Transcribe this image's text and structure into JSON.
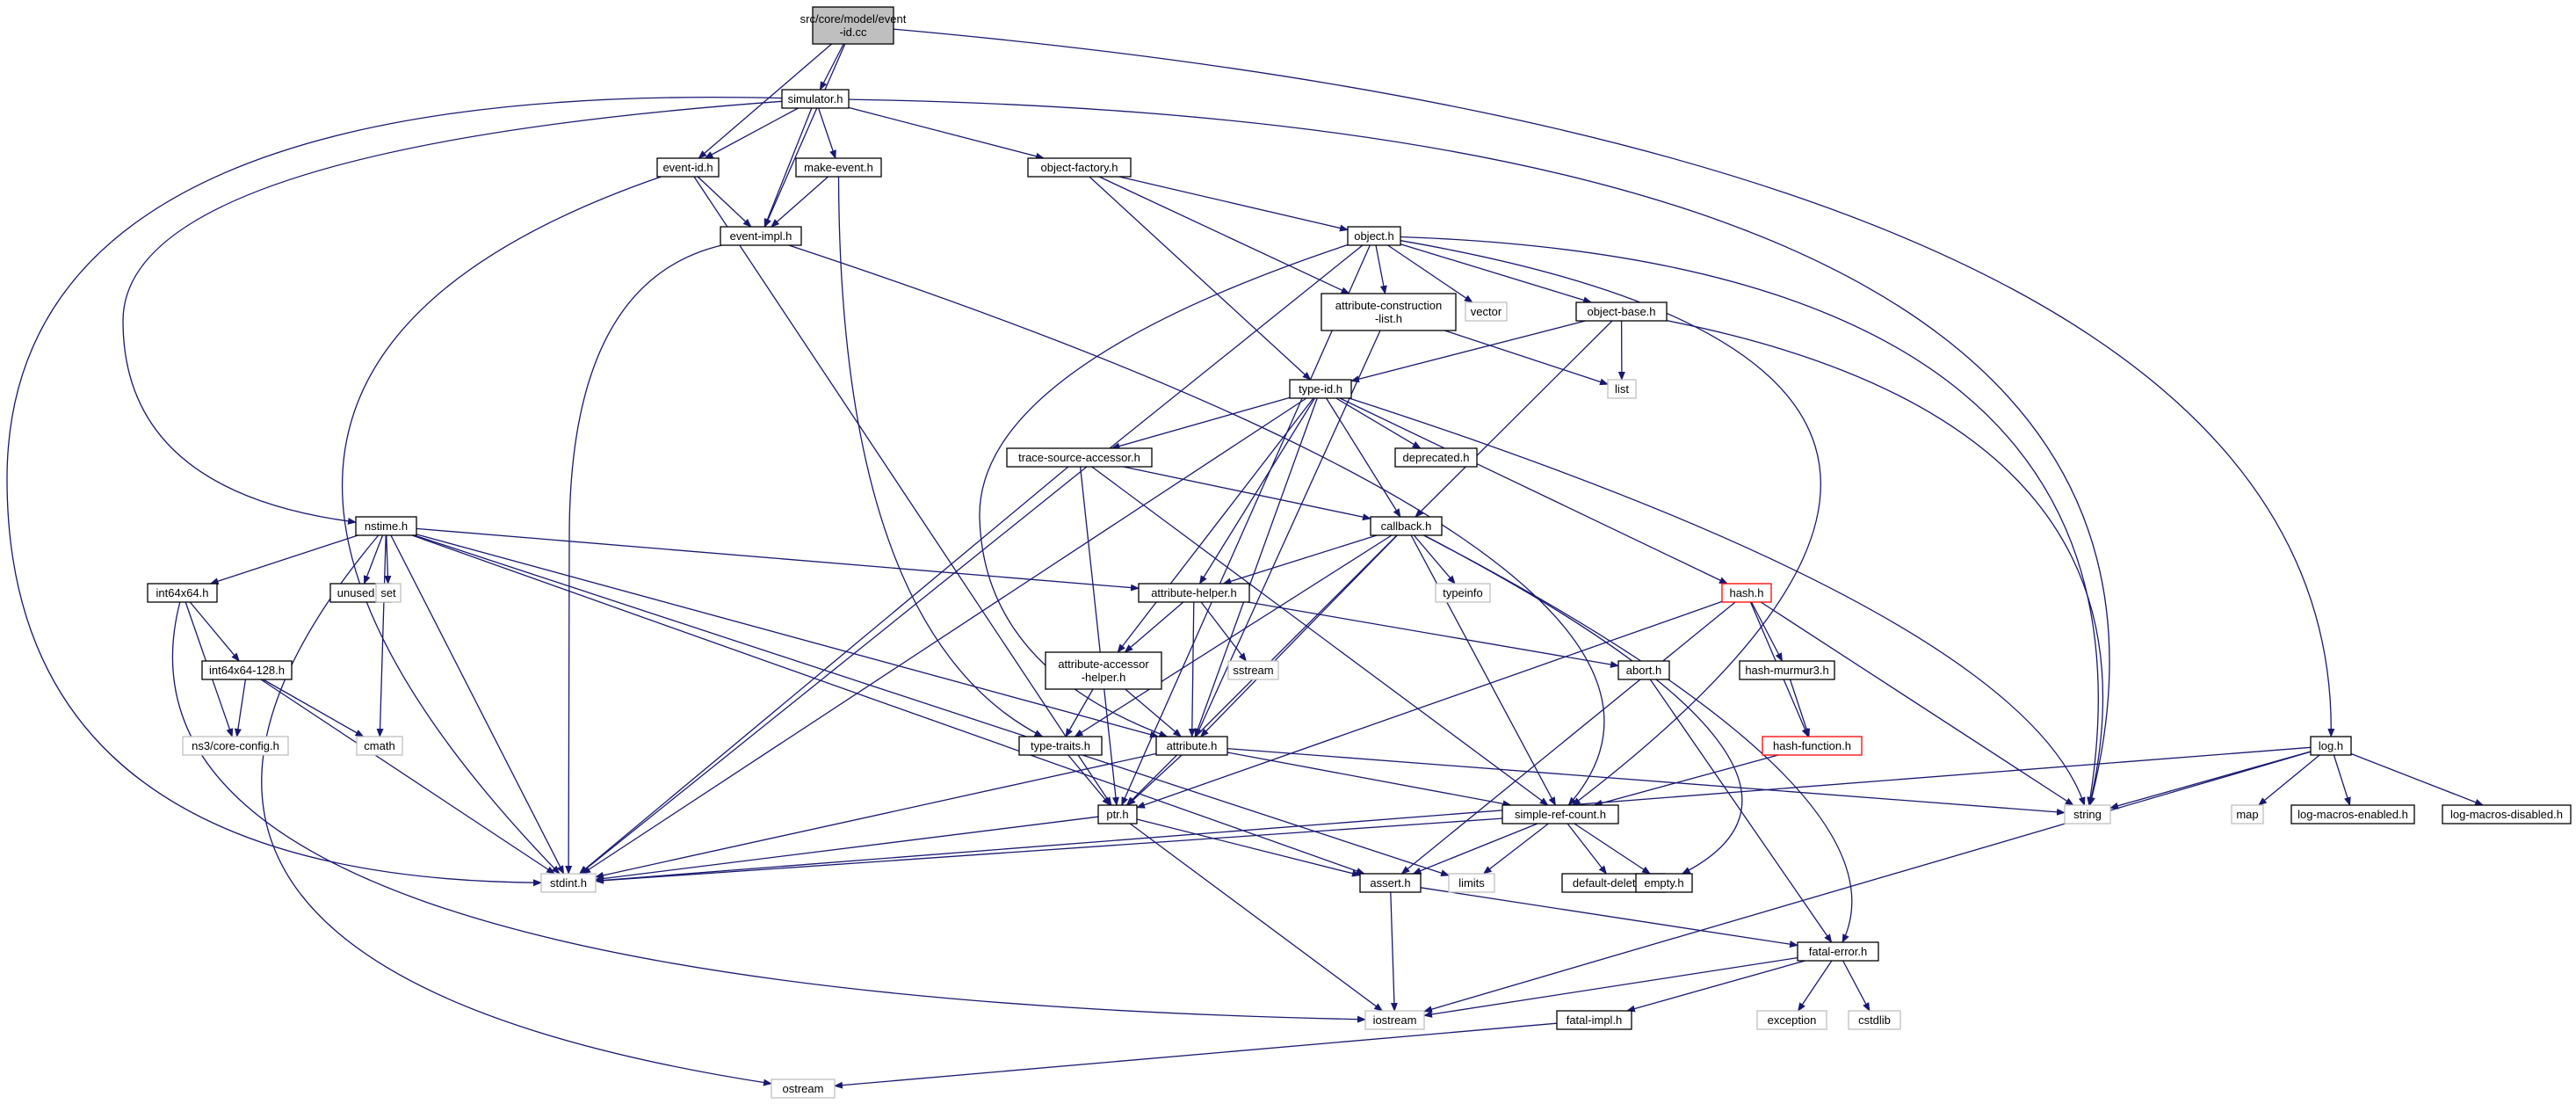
{
  "nodes": [
    {
      "id": "event-id-cc",
      "lines": [
        "src/core/model/event",
        "-id.cc"
      ],
      "style": "root"
    },
    {
      "id": "simulator-h",
      "lines": [
        "simulator.h"
      ],
      "style": "normal"
    },
    {
      "id": "log-h",
      "lines": [
        "log.h"
      ],
      "style": "normal"
    },
    {
      "id": "event-id-h",
      "lines": [
        "event-id.h"
      ],
      "style": "normal"
    },
    {
      "id": "make-event-h",
      "lines": [
        "make-event.h"
      ],
      "style": "normal"
    },
    {
      "id": "object-factory-h",
      "lines": [
        "object-factory.h"
      ],
      "style": "normal"
    },
    {
      "id": "event-impl-h",
      "lines": [
        "event-impl.h"
      ],
      "style": "normal"
    },
    {
      "id": "object-h",
      "lines": [
        "object.h"
      ],
      "style": "normal"
    },
    {
      "id": "attribute-construction-list-h",
      "lines": [
        "attribute-construction",
        "-list.h"
      ],
      "style": "normal"
    },
    {
      "id": "vector",
      "lines": [
        "vector"
      ],
      "style": "system"
    },
    {
      "id": "object-base-h",
      "lines": [
        "object-base.h"
      ],
      "style": "normal"
    },
    {
      "id": "list",
      "lines": [
        "list"
      ],
      "style": "system"
    },
    {
      "id": "type-id-h",
      "lines": [
        "type-id.h"
      ],
      "style": "normal"
    },
    {
      "id": "trace-source-accessor-h",
      "lines": [
        "trace-source-accessor.h"
      ],
      "style": "normal"
    },
    {
      "id": "deprecated-h",
      "lines": [
        "deprecated.h"
      ],
      "style": "normal"
    },
    {
      "id": "callback-h",
      "lines": [
        "callback.h"
      ],
      "style": "normal"
    },
    {
      "id": "typeinfo",
      "lines": [
        "typeinfo"
      ],
      "style": "system"
    },
    {
      "id": "hash-h",
      "lines": [
        "hash.h"
      ],
      "style": "truncated"
    },
    {
      "id": "nstime-h",
      "lines": [
        "nstime.h"
      ],
      "style": "normal"
    },
    {
      "id": "int64x64-h",
      "lines": [
        "int64x64.h"
      ],
      "style": "normal"
    },
    {
      "id": "unused-h",
      "lines": [
        "unused.h"
      ],
      "style": "normal"
    },
    {
      "id": "set",
      "lines": [
        "set"
      ],
      "style": "system"
    },
    {
      "id": "attribute-helper-h",
      "lines": [
        "attribute-helper.h"
      ],
      "style": "normal"
    },
    {
      "id": "sstream",
      "lines": [
        "sstream"
      ],
      "style": "system"
    },
    {
      "id": "abort-h",
      "lines": [
        "abort.h"
      ],
      "style": "normal"
    },
    {
      "id": "hash-murmur3-h",
      "lines": [
        "hash-murmur3.h"
      ],
      "style": "normal"
    },
    {
      "id": "int64x64-128-h",
      "lines": [
        "int64x64-128.h"
      ],
      "style": "normal"
    },
    {
      "id": "attribute-accessor-helper-h",
      "lines": [
        "attribute-accessor",
        "-helper.h"
      ],
      "style": "normal"
    },
    {
      "id": "hash-function-h",
      "lines": [
        "hash-function.h"
      ],
      "style": "truncated"
    },
    {
      "id": "ns3-core-config-h",
      "lines": [
        "ns3/core-config.h"
      ],
      "style": "system"
    },
    {
      "id": "cmath",
      "lines": [
        "cmath"
      ],
      "style": "system"
    },
    {
      "id": "type-traits-h",
      "lines": [
        "type-traits.h"
      ],
      "style": "normal"
    },
    {
      "id": "attribute-h",
      "lines": [
        "attribute.h"
      ],
      "style": "normal"
    },
    {
      "id": "ptr-h",
      "lines": [
        "ptr.h"
      ],
      "style": "normal"
    },
    {
      "id": "simple-ref-count-h",
      "lines": [
        "simple-ref-count.h"
      ],
      "style": "normal"
    },
    {
      "id": "string",
      "lines": [
        "string"
      ],
      "style": "system"
    },
    {
      "id": "map",
      "lines": [
        "map"
      ],
      "style": "system"
    },
    {
      "id": "log-macros-enabled-h",
      "lines": [
        "log-macros-enabled.h"
      ],
      "style": "normal"
    },
    {
      "id": "log-macros-disabled-h",
      "lines": [
        "log-macros-disabled.h"
      ],
      "style": "normal"
    },
    {
      "id": "stdint-h",
      "lines": [
        "stdint.h"
      ],
      "style": "system"
    },
    {
      "id": "assert-h",
      "lines": [
        "assert.h"
      ],
      "style": "normal"
    },
    {
      "id": "limits",
      "lines": [
        "limits"
      ],
      "style": "system"
    },
    {
      "id": "default-deleter-h",
      "lines": [
        "default-deleter.h"
      ],
      "style": "normal"
    },
    {
      "id": "empty-h",
      "lines": [
        "empty.h"
      ],
      "style": "normal"
    },
    {
      "id": "fatal-error-h",
      "lines": [
        "fatal-error.h"
      ],
      "style": "normal"
    },
    {
      "id": "iostream",
      "lines": [
        "iostream"
      ],
      "style": "system"
    },
    {
      "id": "exception",
      "lines": [
        "exception"
      ],
      "style": "system"
    },
    {
      "id": "cstdlib",
      "lines": [
        "cstdlib"
      ],
      "style": "system"
    },
    {
      "id": "fatal-impl-h",
      "lines": [
        "fatal-impl.h"
      ],
      "style": "normal"
    },
    {
      "id": "ostream",
      "lines": [
        "ostream"
      ],
      "style": "system"
    }
  ],
  "edges": [
    [
      "event-id-cc",
      "simulator-h"
    ],
    [
      "event-id-cc",
      "event-id-h"
    ],
    [
      "event-id-cc",
      "event-impl-h"
    ],
    [
      "event-id-cc",
      "log-h"
    ],
    [
      "simulator-h",
      "event-id-h"
    ],
    [
      "simulator-h",
      "event-impl-h"
    ],
    [
      "simulator-h",
      "make-event-h"
    ],
    [
      "simulator-h",
      "object-factory-h"
    ],
    [
      "simulator-h",
      "nstime-h"
    ],
    [
      "simulator-h",
      "stdint-h"
    ],
    [
      "simulator-h",
      "string"
    ],
    [
      "event-id-h",
      "event-impl-h"
    ],
    [
      "event-id-h",
      "ptr-h"
    ],
    [
      "event-id-h",
      "stdint-h"
    ],
    [
      "make-event-h",
      "event-impl-h"
    ],
    [
      "make-event-h",
      "type-traits-h"
    ],
    [
      "event-impl-h",
      "stdint-h"
    ],
    [
      "event-impl-h",
      "simple-ref-count-h"
    ],
    [
      "object-factory-h",
      "object-h"
    ],
    [
      "object-factory-h",
      "attribute-construction-list-h"
    ],
    [
      "object-factory-h",
      "type-id-h"
    ],
    [
      "object-h",
      "attribute-construction-list-h"
    ],
    [
      "object-h",
      "vector"
    ],
    [
      "object-h",
      "object-base-h"
    ],
    [
      "object-h",
      "ptr-h"
    ],
    [
      "object-h",
      "attribute-h"
    ],
    [
      "object-h",
      "stdint-h"
    ],
    [
      "object-h",
      "simple-ref-count-h"
    ],
    [
      "object-h",
      "string"
    ],
    [
      "attribute-construction-list-h",
      "list"
    ],
    [
      "attribute-construction-list-h",
      "attribute-h"
    ],
    [
      "object-base-h",
      "type-id-h"
    ],
    [
      "object-base-h",
      "list"
    ],
    [
      "object-base-h",
      "callback-h"
    ],
    [
      "object-base-h",
      "string"
    ],
    [
      "type-id-h",
      "trace-source-accessor-h"
    ],
    [
      "type-id-h",
      "deprecated-h"
    ],
    [
      "type-id-h",
      "callback-h"
    ],
    [
      "type-id-h",
      "hash-h"
    ],
    [
      "type-id-h",
      "attribute-helper-h"
    ],
    [
      "type-id-h",
      "attribute-accessor-helper-h"
    ],
    [
      "type-id-h",
      "attribute-h"
    ],
    [
      "type-id-h",
      "stdint-h"
    ],
    [
      "type-id-h",
      "string"
    ],
    [
      "trace-source-accessor-h",
      "callback-h"
    ],
    [
      "trace-source-accessor-h",
      "ptr-h"
    ],
    [
      "trace-source-accessor-h",
      "simple-ref-count-h"
    ],
    [
      "trace-source-accessor-h",
      "stdint-h"
    ],
    [
      "callback-h",
      "typeinfo"
    ],
    [
      "callback-h",
      "attribute-helper-h"
    ],
    [
      "callback-h",
      "type-traits-h"
    ],
    [
      "callback-h",
      "attribute-h"
    ],
    [
      "callback-h",
      "ptr-h"
    ],
    [
      "callback-h",
      "simple-ref-count-h"
    ],
    [
      "callback-h",
      "empty-h"
    ],
    [
      "callback-h",
      "fatal-error-h"
    ],
    [
      "hash-h",
      "hash-murmur3-h"
    ],
    [
      "hash-h",
      "hash-function-h"
    ],
    [
      "hash-h",
      "ptr-h"
    ],
    [
      "hash-h",
      "assert-h"
    ],
    [
      "hash-h",
      "string"
    ],
    [
      "hash-murmur3-h",
      "hash-function-h"
    ],
    [
      "hash-function-h",
      "simple-ref-count-h"
    ],
    [
      "nstime-h",
      "int64x64-h"
    ],
    [
      "nstime-h",
      "unused-h"
    ],
    [
      "nstime-h",
      "set"
    ],
    [
      "nstime-h",
      "cmath"
    ],
    [
      "nstime-h",
      "attribute-helper-h"
    ],
    [
      "nstime-h",
      "attribute-h"
    ],
    [
      "nstime-h",
      "stdint-h"
    ],
    [
      "nstime-h",
      "assert-h"
    ],
    [
      "nstime-h",
      "limits"
    ],
    [
      "nstime-h",
      "ostream"
    ],
    [
      "int64x64-h",
      "int64x64-128-h"
    ],
    [
      "int64x64-h",
      "ns3-core-config-h"
    ],
    [
      "int64x64-h",
      "iostream"
    ],
    [
      "int64x64-128-h",
      "ns3-core-config-h"
    ],
    [
      "int64x64-128-h",
      "cmath"
    ],
    [
      "int64x64-128-h",
      "stdint-h"
    ],
    [
      "attribute-helper-h",
      "attribute-accessor-helper-h"
    ],
    [
      "attribute-helper-h",
      "sstream"
    ],
    [
      "attribute-helper-h",
      "abort-h"
    ],
    [
      "attribute-helper-h",
      "attribute-h"
    ],
    [
      "attribute-accessor-helper-h",
      "attribute-h"
    ],
    [
      "attribute-accessor-helper-h",
      "type-traits-h"
    ],
    [
      "abort-h",
      "fatal-error-h"
    ],
    [
      "type-traits-h",
      "ptr-h"
    ],
    [
      "attribute-h",
      "ptr-h"
    ],
    [
      "attribute-h",
      "simple-ref-count-h"
    ],
    [
      "attribute-h",
      "string"
    ],
    [
      "attribute-h",
      "stdint-h"
    ],
    [
      "ptr-h",
      "stdint-h"
    ],
    [
      "ptr-h",
      "assert-h"
    ],
    [
      "ptr-h",
      "iostream"
    ],
    [
      "simple-ref-count-h",
      "stdint-h"
    ],
    [
      "simple-ref-count-h",
      "assert-h"
    ],
    [
      "simple-ref-count-h",
      "limits"
    ],
    [
      "simple-ref-count-h",
      "default-deleter-h"
    ],
    [
      "simple-ref-count-h",
      "empty-h"
    ],
    [
      "log-h",
      "string"
    ],
    [
      "log-h",
      "map"
    ],
    [
      "log-h",
      "log-macros-enabled-h"
    ],
    [
      "log-h",
      "log-macros-disabled-h"
    ],
    [
      "log-h",
      "stdint-h"
    ],
    [
      "log-h",
      "iostream"
    ],
    [
      "assert-h",
      "fatal-error-h"
    ],
    [
      "assert-h",
      "iostream"
    ],
    [
      "fatal-error-h",
      "iostream"
    ],
    [
      "fatal-error-h",
      "exception"
    ],
    [
      "fatal-error-h",
      "cstdlib"
    ],
    [
      "fatal-error-h",
      "fatal-impl-h"
    ],
    [
      "fatal-impl-h",
      "ostream"
    ]
  ],
  "styles": {
    "root": {
      "fill": "#bfbfbf",
      "stroke": "#000000"
    },
    "normal": {
      "fill": "#ffffff",
      "stroke": "#000000"
    },
    "system": {
      "fill": "#ffffff",
      "stroke": "#bfbfbf"
    },
    "truncated": {
      "fill": "#ffffff",
      "stroke": "#ff0000"
    }
  },
  "edge_color": "#191970"
}
